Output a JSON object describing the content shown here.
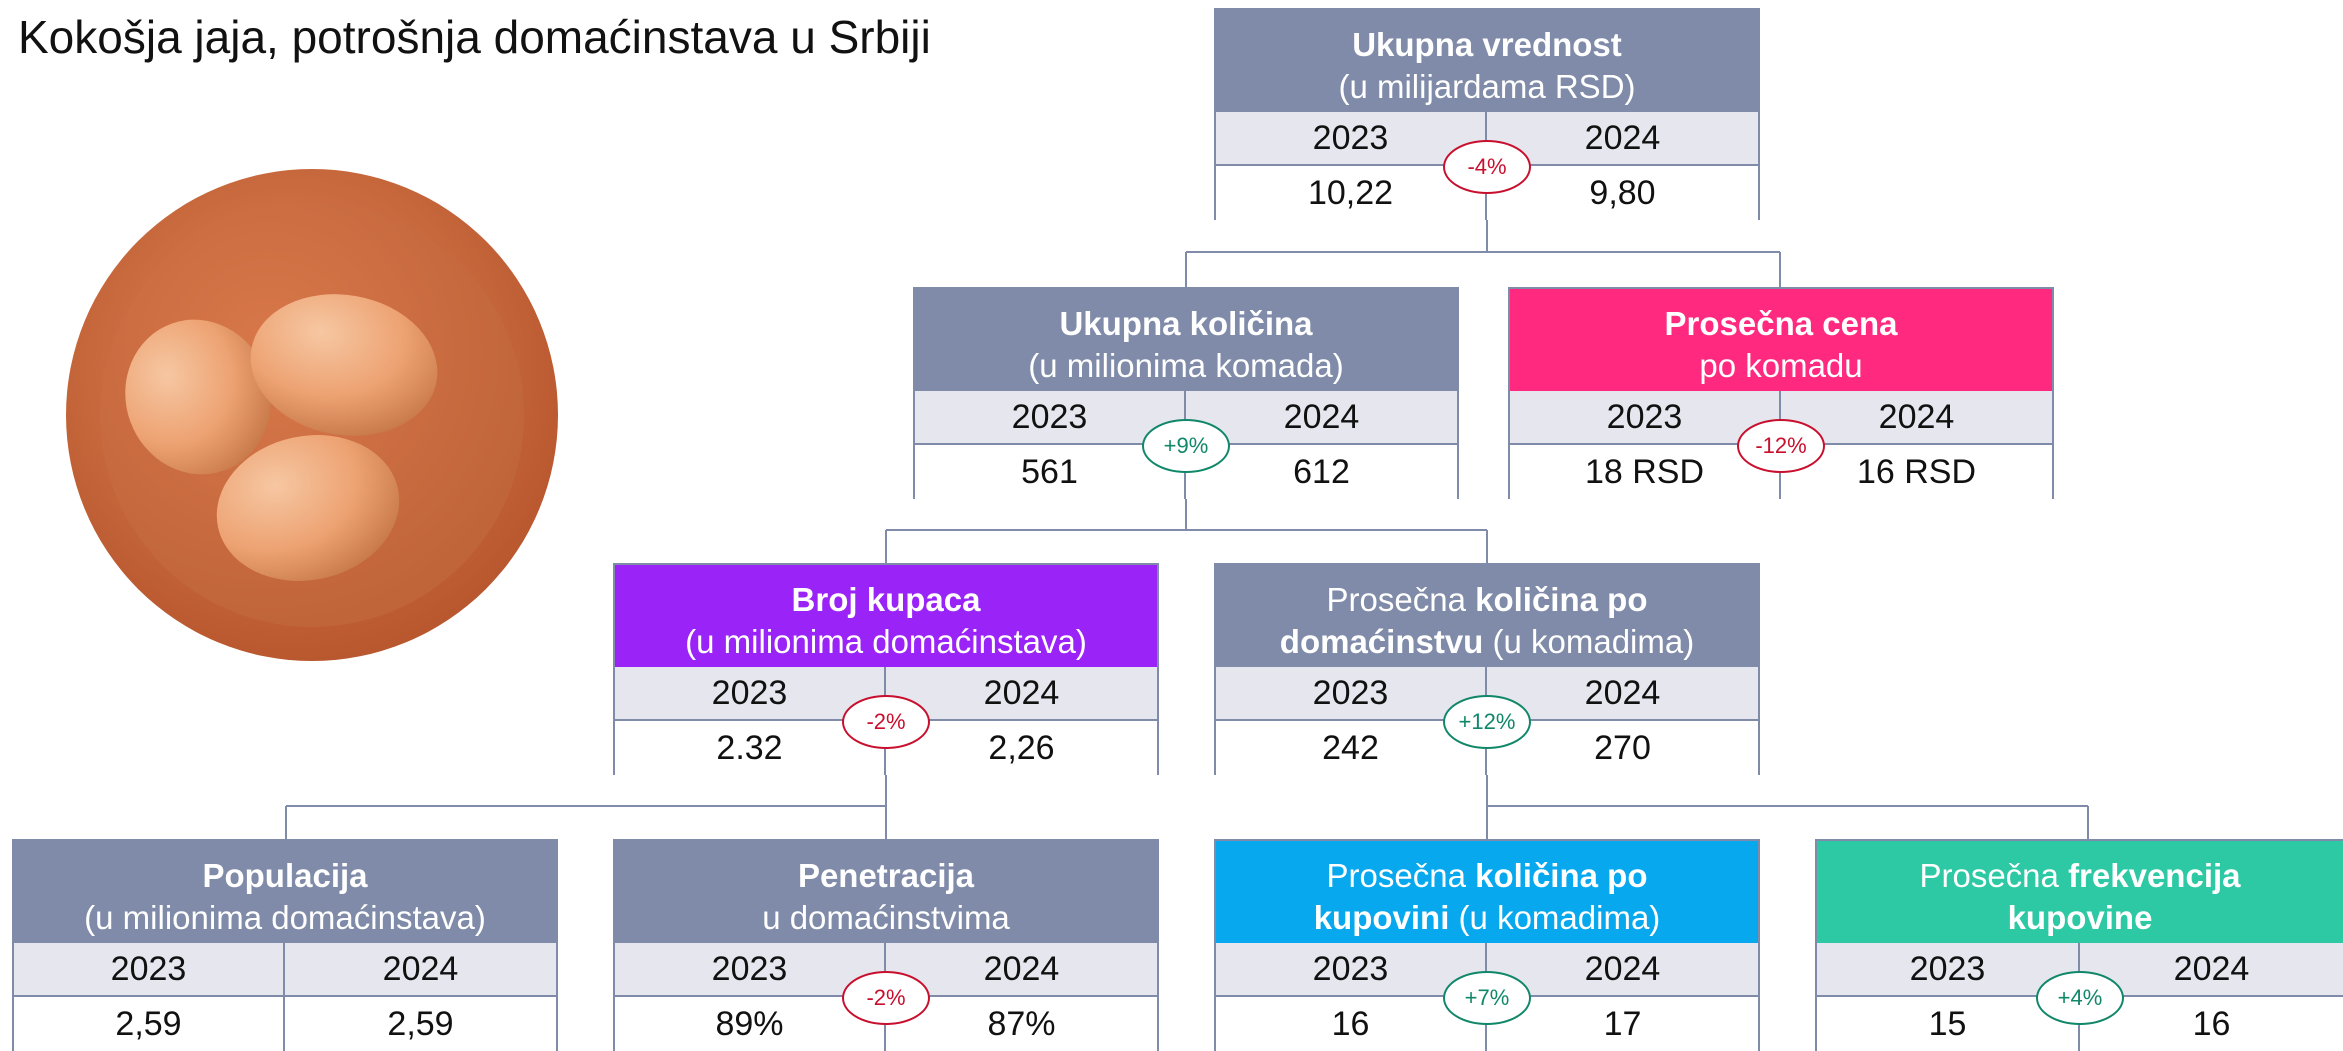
{
  "title": "Kokošja jaja, potrošnja domaćinstava u Srbiji",
  "colors": {
    "gray": "#7f8ba8",
    "pink": "#ff2a7f",
    "purple": "#9a23f7",
    "blue": "#07a8ee",
    "teal": "#2dc9a4",
    "negative": "#c8102e",
    "positive": "#11876a"
  },
  "image": {
    "icon": "egg-bowl-photo"
  },
  "cards": {
    "total_value": {
      "line1_bold": "Ukupna vrednost",
      "line2": "(u milijardama RSD)",
      "year1": "2023",
      "year2": "2024",
      "value1": "10,22",
      "value2": "9,80",
      "change": "-4%"
    },
    "total_quantity": {
      "line1_bold": "Ukupna količina",
      "line2": "(u milionima komada)",
      "year1": "2023",
      "year2": "2024",
      "value1": "561",
      "value2": "612",
      "change": "+9%"
    },
    "avg_price": {
      "line1_bold": "Prosečna cena",
      "line2": "po komadu",
      "year1": "2023",
      "year2": "2024",
      "value1": "18 RSD",
      "value2": "16 RSD",
      "change": "-12%"
    },
    "buyers": {
      "line1_bold": "Broj kupaca",
      "line2": "(u milionima domaćinstava)",
      "year1": "2023",
      "year2": "2024",
      "value1": "2.32",
      "value2": "2,26",
      "change": "-2%"
    },
    "qty_per_household": {
      "line1_a": "Prosečna ",
      "line1_b_bold": "količina po",
      "line2_a_bold": "domaćinstvu",
      "line2_b": " (u komadima)",
      "year1": "2023",
      "year2": "2024",
      "value1": "242",
      "value2": "270",
      "change": "+12%"
    },
    "population": {
      "line1_bold": "Populacija",
      "line2": "(u milionima domaćinstava)",
      "year1": "2023",
      "year2": "2024",
      "value1": "2,59",
      "value2": "2,59"
    },
    "penetration": {
      "line1_bold": "Penetracija",
      "line2": "u domaćinstvima",
      "year1": "2023",
      "year2": "2024",
      "value1": "89%",
      "value2": "87%",
      "change": "-2%"
    },
    "qty_per_purchase": {
      "line1_a": "Prosečna ",
      "line1_b_bold": "količina po",
      "line2_a_bold": "kupovini",
      "line2_b": " (u komadima)",
      "year1": "2023",
      "year2": "2024",
      "value1": "16",
      "value2": "17",
      "change": "+7%"
    },
    "frequency": {
      "line1_a": "Prosečna ",
      "line1_b_bold": "frekvencija",
      "line2_a_bold": "kupovine",
      "year1": "2023",
      "year2": "2024",
      "value1": "15",
      "value2": "16",
      "change": "+4%"
    }
  }
}
